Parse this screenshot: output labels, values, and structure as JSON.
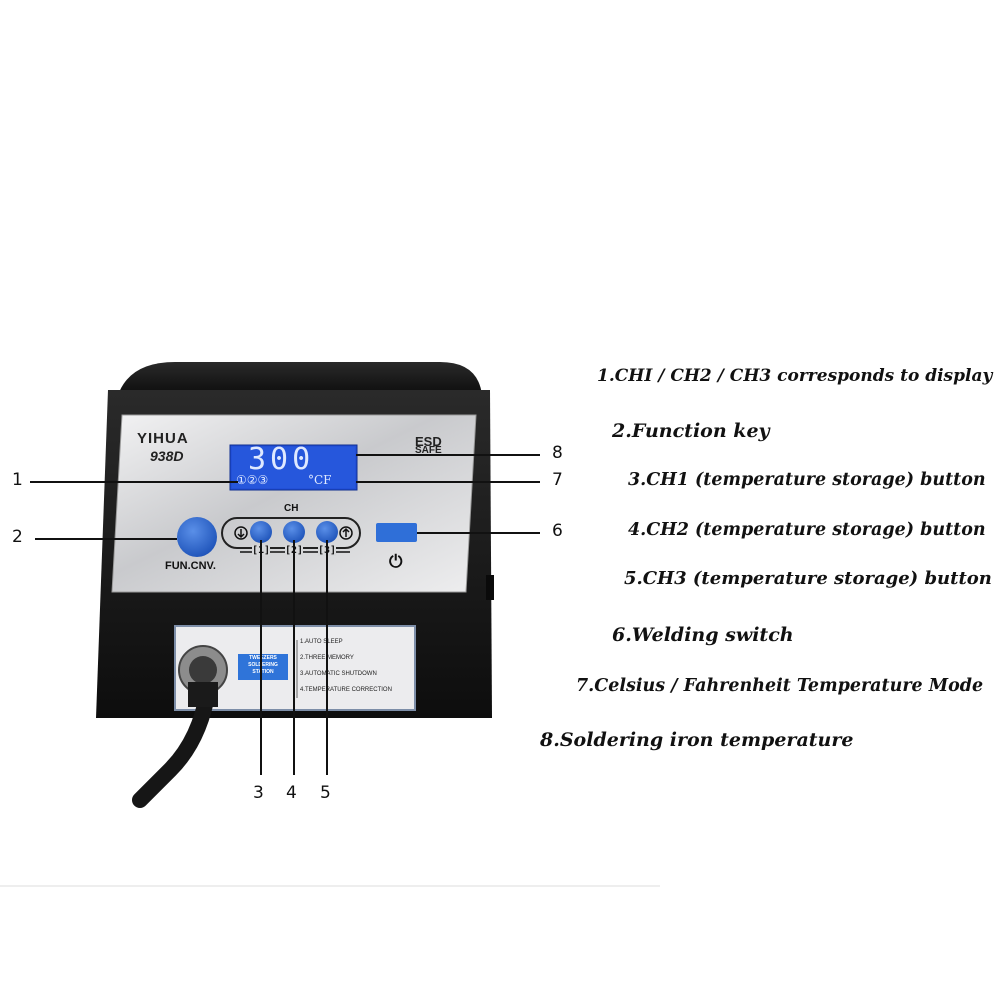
{
  "device": {
    "brand": "YIHUA",
    "model": "938D",
    "esd_line1": "ESD",
    "esd_line2": "SAFE",
    "display": {
      "temperature": "300",
      "channels": "①②③",
      "unit": "°CF"
    },
    "ch_label": "CH",
    "ch_buttons": [
      "[1]",
      "[2]",
      "[3]"
    ],
    "fun_label": "FUN.CNV.",
    "power_symbol": "⏻",
    "front_badge": "TWEEZERS SOLDERING STATION",
    "features": [
      "1.AUTO SLEEP",
      "2.THREE MEMORY",
      "3.AUTOMATIC SHUTDOWN",
      "4.TEMPERATURE CORRECTION"
    ]
  },
  "callouts": [
    "1",
    "2",
    "3",
    "4",
    "5",
    "6",
    "7",
    "8"
  ],
  "legend": [
    "1.CHI / CH2 / CH3 corresponds to display",
    "2.Function key",
    "3.CH1 (temperature storage) button",
    "4.CH2 (temperature storage) button",
    "5.CH3 (temperature storage) button",
    "6.Welding switch",
    "7.Celsius / Fahrenheit Temperature Mode",
    "8.Soldering iron temperature"
  ],
  "colors": {
    "lcd": "#1f4fd6",
    "button_blue": "#2563c9",
    "body": "#141414",
    "panel": "#d9dadc"
  }
}
